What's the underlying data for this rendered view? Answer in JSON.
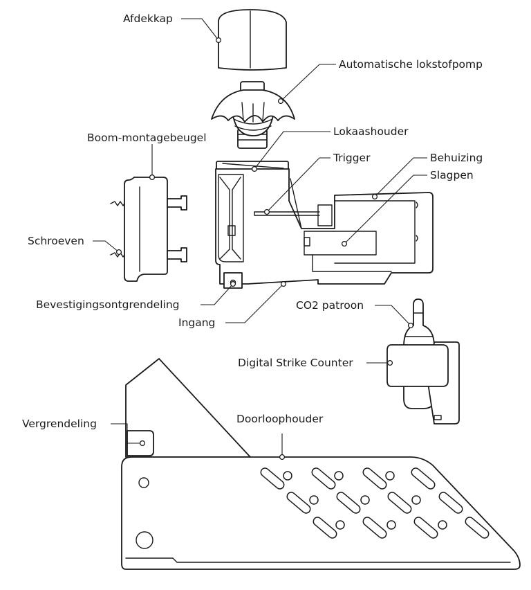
{
  "labels": {
    "afdekkap": "Afdekkap",
    "lokstofpomp": "Automatische lokstofpomp",
    "lokaashouder": "Lokaashouder",
    "montagebeugel": "Boom-montagebeugel",
    "trigger": "Trigger",
    "behuizing": "Behuizing",
    "slagpen": "Slagpen",
    "schroeven": "Schroeven",
    "bevestigingsontgrendeling": "Bevestigingsontgrendeling",
    "ingang": "Ingang",
    "co2_patroon": "CO2 patroon",
    "strike_counter": "Digital Strike Counter",
    "vergrendeling": "Vergrendeling",
    "doorloophouder": "Doorloophouder"
  }
}
